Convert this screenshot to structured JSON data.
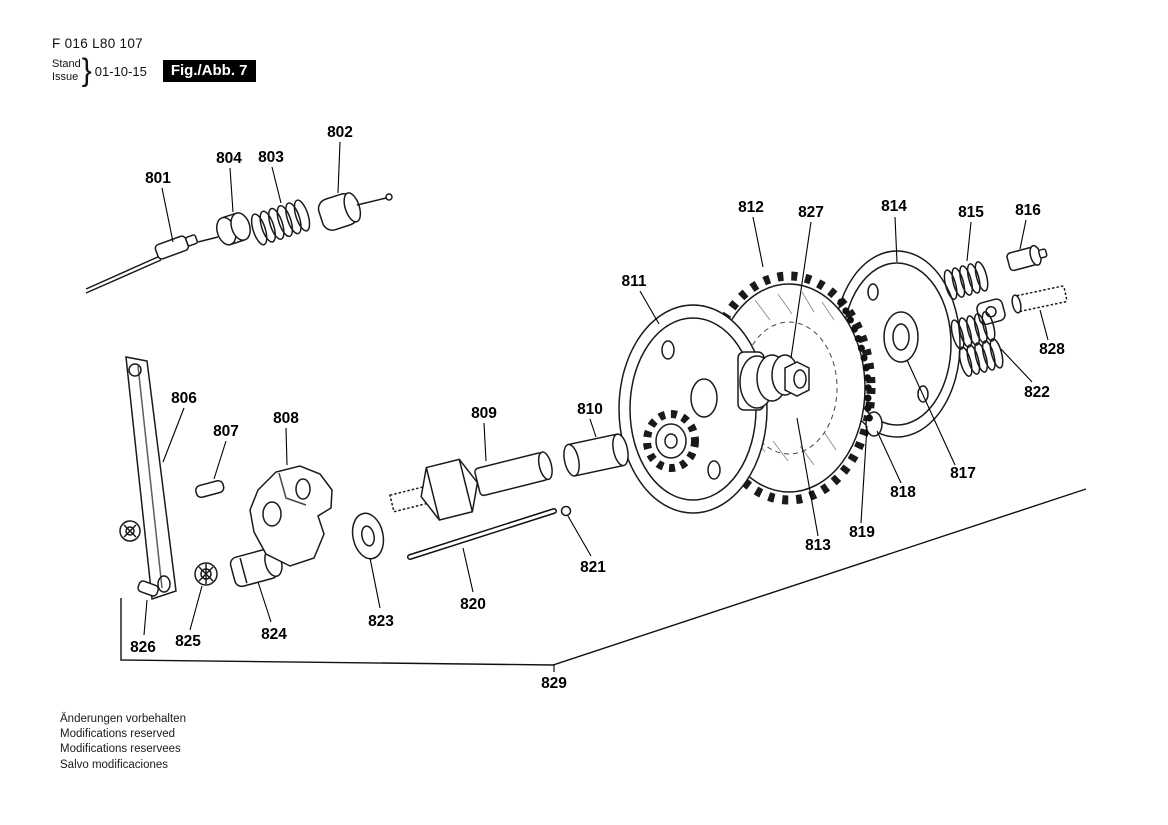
{
  "header": {
    "part_code": "F 016 L80 107",
    "stand_label": "Stand",
    "issue_label": "Issue",
    "brace": "}",
    "date": "01-10-15",
    "figure_label": "Fig./Abb. 7"
  },
  "callouts": {
    "c801": "801",
    "c802": "802",
    "c803": "803",
    "c804": "804",
    "c806": "806",
    "c807": "807",
    "c808": "808",
    "c809": "809",
    "c810": "810",
    "c811": "811",
    "c812": "812",
    "c813": "813",
    "c814": "814",
    "c815": "815",
    "c816": "816",
    "c817": "817",
    "c818": "818",
    "c819": "819",
    "c820": "820",
    "c821": "821",
    "c822": "822",
    "c823": "823",
    "c824": "824",
    "c825": "825",
    "c826": "826",
    "c827": "827",
    "c828": "828",
    "c829": "829"
  },
  "footer": {
    "lines": [
      "Änderungen vorbehalten",
      "Modifications reserved",
      "Modifications reservees",
      "Salvo modificaciones"
    ]
  }
}
